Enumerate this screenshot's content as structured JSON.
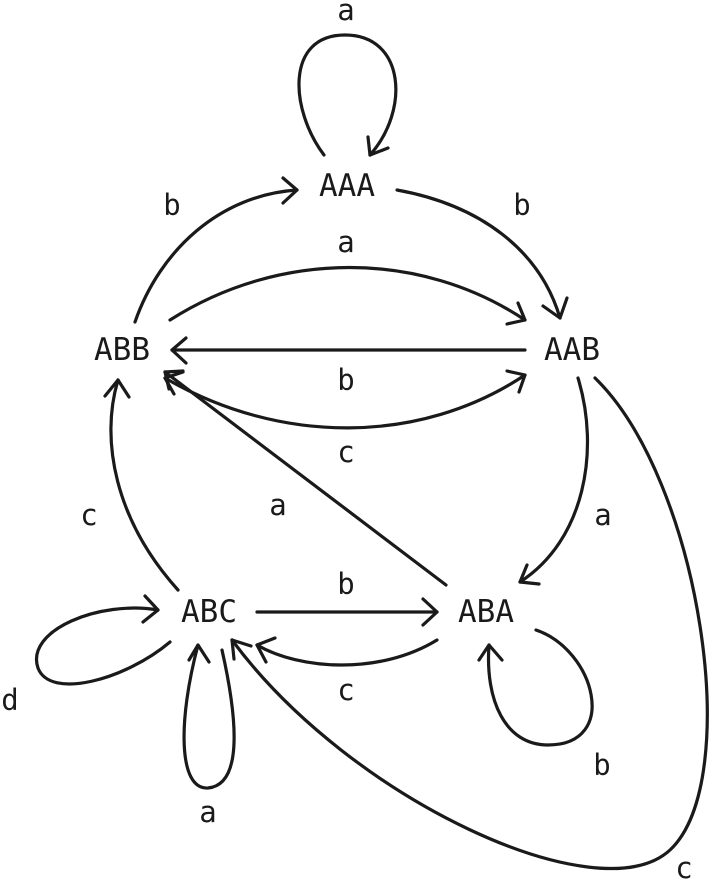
{
  "states": {
    "aaa": "AAA",
    "aab": "AAB",
    "abb": "ABB",
    "aba": "ABA",
    "abc": "ABC"
  },
  "transitions": [
    {
      "from": "AAA",
      "to": "AAA",
      "symbol": "a"
    },
    {
      "from": "AAA",
      "to": "AAB",
      "symbol": "b"
    },
    {
      "from": "ABB",
      "to": "AAA",
      "symbol": "b"
    },
    {
      "from": "ABB",
      "to": "AAB",
      "symbol": "a"
    },
    {
      "from": "AAB",
      "to": "ABB",
      "symbol": "b"
    },
    {
      "from": "ABB",
      "to": "AAB",
      "symbol": "c"
    },
    {
      "from": "AAB",
      "to": "ABA",
      "symbol": "a"
    },
    {
      "from": "AAB",
      "to": "ABC",
      "symbol": "c"
    },
    {
      "from": "ABC",
      "to": "ABB",
      "symbol": "c"
    },
    {
      "from": "ABA",
      "to": "ABB",
      "symbol": "a"
    },
    {
      "from": "ABC",
      "to": "ABA",
      "symbol": "b"
    },
    {
      "from": "ABA",
      "to": "ABC",
      "symbol": "c"
    },
    {
      "from": "ABA",
      "to": "ABA",
      "symbol": "b"
    },
    {
      "from": "ABC",
      "to": "ABC",
      "symbol": "d"
    },
    {
      "from": "ABC",
      "to": "ABC",
      "symbol": "a"
    }
  ]
}
